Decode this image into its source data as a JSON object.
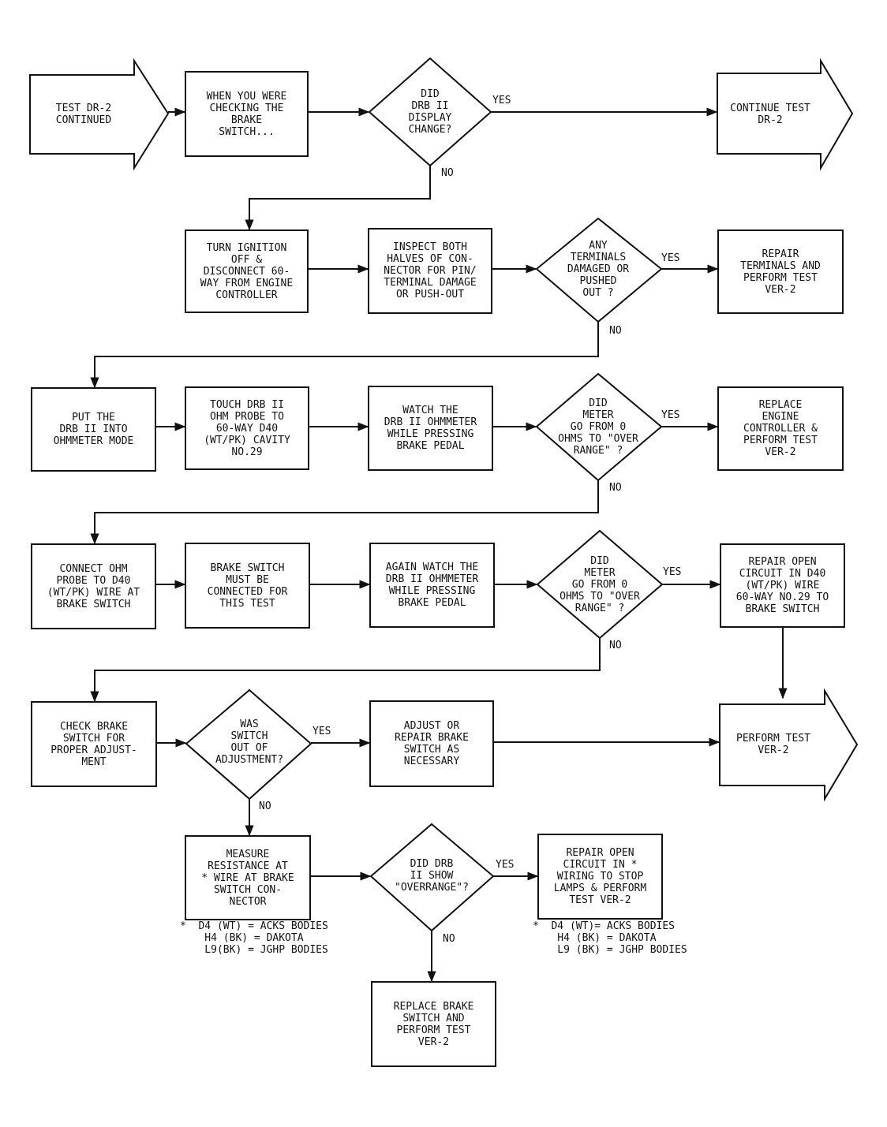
{
  "nodes": {
    "n1": "TEST DR-2\nCONTINUED",
    "n2": "WHEN YOU WERE\nCHECKING THE\nBRAKE\nSWITCH...",
    "n3": "DID\nDRB II\nDISPLAY\nCHANGE?",
    "n4": "CONTINUE TEST\nDR-2",
    "n5": "TURN IGNITION\nOFF &\nDISCONNECT 60-\nWAY FROM ENGINE\nCONTROLLER",
    "n6": "INSPECT BOTH\nHALVES OF CON-\nNECTOR FOR PIN/\nTERMINAL DAMAGE\nOR PUSH-OUT",
    "n7": "ANY\nTERMINALS\nDAMAGED OR\nPUSHED\nOUT ?",
    "n8": "REPAIR\nTERMINALS AND\nPERFORM TEST\nVER-2",
    "n9": "PUT THE\nDRB II INTO\nOHMMETER MODE",
    "n10": "TOUCH DRB II\nOHM PROBE TO\n60-WAY D40\n(WT/PK) CAVITY\nNO.29",
    "n11": "WATCH THE\nDRB II OHMMETER\nWHILE PRESSING\nBRAKE PEDAL",
    "n12": "DID\nMETER\nGO FROM 0\nOHMS TO \"OVER\nRANGE\" ?",
    "n13": "REPLACE\nENGINE\nCONTROLLER &\nPERFORM TEST\nVER-2",
    "n14": "CONNECT OHM\nPROBE TO D40\n(WT/PK) WIRE AT\nBRAKE SWITCH",
    "n15": "BRAKE SWITCH\nMUST BE\nCONNECTED FOR\nTHIS TEST",
    "n16": "AGAIN WATCH THE\nDRB II OHMMETER\nWHILE PRESSING\nBRAKE PEDAL",
    "n17": "DID\nMETER\nGO FROM 0\nOHMS TO \"OVER\nRANGE\" ?",
    "n18": "REPAIR OPEN\nCIRCUIT IN D40\n(WT/PK) WIRE\n60-WAY NO.29 TO\nBRAKE SWITCH",
    "n19": "CHECK BRAKE\nSWITCH FOR\nPROPER ADJUST-\nMENT",
    "n20": "WAS\nSWITCH\nOUT OF\nADJUSTMENT?",
    "n21": "ADJUST OR\nREPAIR BRAKE\nSWITCH AS\nNECESSARY",
    "n22": "PERFORM TEST\nVER-2",
    "n23": "MEASURE\nRESISTANCE AT\n* WIRE AT BRAKE\nSWITCH CON-\nNECTOR",
    "n24": "DID DRB\nII SHOW\n\"OVERRANGE\"?",
    "n25": "REPAIR OPEN\nCIRCUIT IN *\nWIRING TO STOP\nLAMPS & PERFORM\nTEST VER-2",
    "n26": "REPLACE BRAKE\nSWITCH AND\nPERFORM TEST\nVER-2"
  },
  "edge_labels": {
    "yes": "YES",
    "no": "NO"
  },
  "notes": {
    "left": "*  D4 (WT) = ACKS BODIES\n    H4 (BK) = DAKOTA\n    L9(BK) = JGHP BODIES",
    "right": "*  D4 (WT)= ACKS BODIES\n    H4 (BK) = DAKOTA\n    L9 (BK) = JGHP BODIES"
  },
  "colors": {
    "stroke": "#111111",
    "background": "#ffffff"
  }
}
